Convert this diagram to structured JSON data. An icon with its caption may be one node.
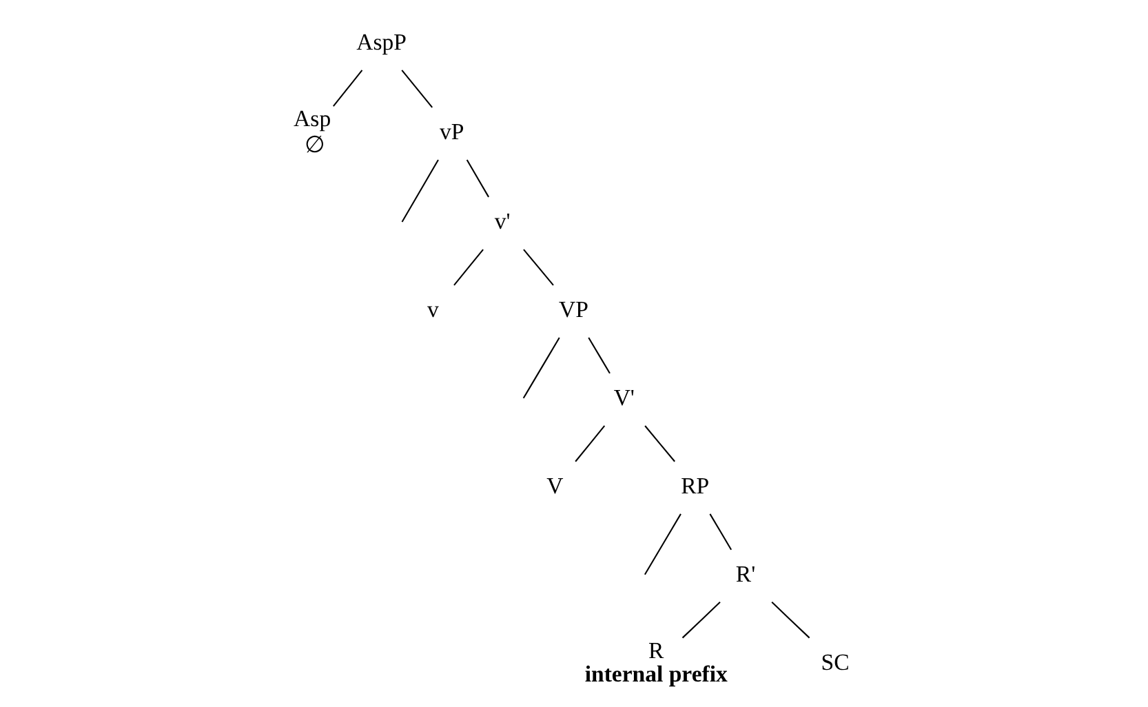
{
  "diagram": {
    "nodes": [
      {
        "text": [
          "AspP"
        ]
      },
      {
        "text": [
          "Asp",
          "∅"
        ]
      },
      {
        "text": [
          "vP"
        ]
      },
      {
        "text": [
          "v'"
        ]
      },
      {
        "text": [
          "v"
        ]
      },
      {
        "text": [
          "VP"
        ]
      },
      {
        "text": [
          "V'"
        ]
      },
      {
        "text": [
          "V"
        ]
      },
      {
        "text": [
          "RP"
        ]
      },
      {
        "text": [
          "R'"
        ]
      },
      {
        "text": [
          "R",
          "internal prefix"
        ]
      },
      {
        "text": [
          "SC"
        ]
      }
    ],
    "edges": [
      {
        "from": 0,
        "to": 1,
        "arrow": "none"
      },
      {
        "from": 0,
        "to": 2,
        "arrow": "none"
      },
      {
        "from": 2,
        "to": null,
        "arrow": "none"
      },
      {
        "from": 2,
        "to": 3,
        "arrow": "none"
      },
      {
        "from": 3,
        "to": 4,
        "arrow": "none"
      },
      {
        "from": 3,
        "to": 5,
        "arrow": "none"
      },
      {
        "from": 5,
        "to": null,
        "arrow": "none"
      },
      {
        "from": 5,
        "to": 6,
        "arrow": "none"
      },
      {
        "from": 6,
        "to": 7,
        "arrow": "none"
      },
      {
        "from": 6,
        "to": 8,
        "arrow": "none"
      },
      {
        "from": 8,
        "to": null,
        "arrow": "none"
      },
      {
        "from": 8,
        "to": 9,
        "arrow": "none"
      },
      {
        "from": 9,
        "to": 10,
        "arrow": "none"
      },
      {
        "from": 9,
        "to": 11,
        "arrow": "none"
      }
    ]
  }
}
